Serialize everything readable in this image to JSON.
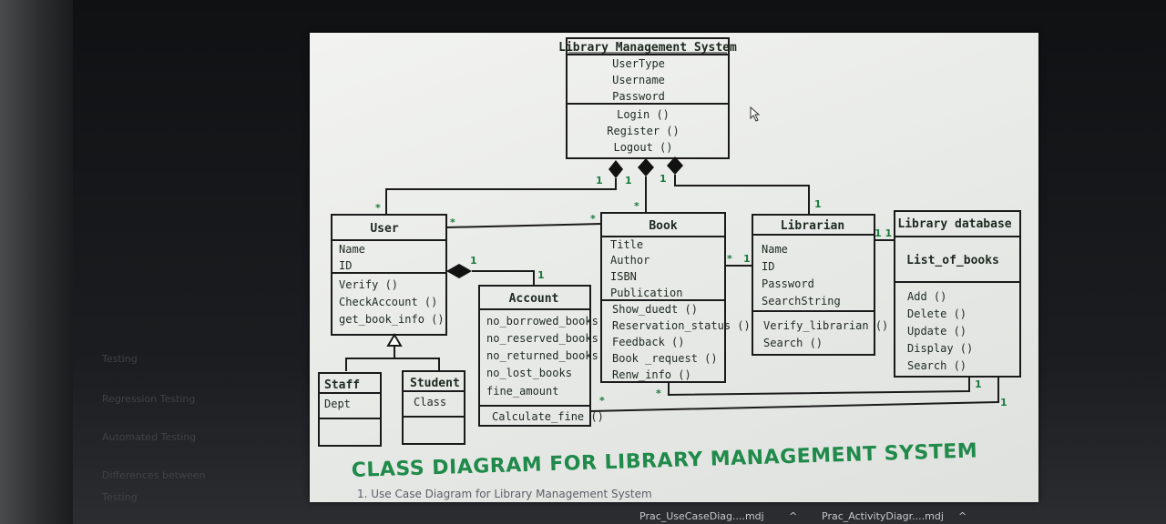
{
  "diagram": {
    "caption": "CLASS DIAGRAM FOR LIBRARY MANAGEMENT SYSTEM",
    "classes": {
      "lms": {
        "name": "Library Management System",
        "attributes": [
          "UserType",
          "Username",
          "Password"
        ],
        "methods": [
          "Login ()",
          "Register ()",
          "Logout ()"
        ]
      },
      "user": {
        "name": "User",
        "attributes": [
          "Name",
          "ID"
        ],
        "methods": [
          "Verify ()",
          "CheckAccount ()",
          "get_book_info ()"
        ]
      },
      "staff": {
        "name": "Staff",
        "attributes": [
          "Dept"
        ]
      },
      "student": {
        "name": "Student",
        "attributes": [
          "Class"
        ]
      },
      "account": {
        "name": "Account",
        "attributes": [
          "no_borrowed_books",
          "no_reserved_books",
          "no_returned_books",
          "no_lost_books",
          "fine_amount"
        ],
        "methods": [
          "Calculate_fine ()"
        ]
      },
      "book": {
        "name": "Book",
        "attributes": [
          "Title",
          "Author",
          "ISBN",
          "Publication"
        ],
        "methods": [
          "Show_duedt ()",
          "Reservation_status ()",
          "Feedback ()",
          "Book _request ()",
          "Renw_info ()"
        ]
      },
      "librarian": {
        "name": "Librarian",
        "attributes": [
          "Name",
          "ID",
          "Password",
          "SearchString"
        ],
        "methods": [
          "Verify_librarian ()",
          "Search ()"
        ]
      },
      "library_db": {
        "name": "Library database",
        "attributes": [
          "List_of_books"
        ],
        "methods": [
          "Add ()",
          "Delete ()",
          "Update ()",
          "Display ()",
          "Search ()"
        ]
      }
    },
    "multiplicities": {
      "one": "1",
      "many": "*",
      "librarian_db": "1 1"
    }
  },
  "background": {
    "side_items": [
      "Testing",
      "Regression Testing",
      "Automated Testing",
      "Differences between",
      "Testing"
    ],
    "doc_line": "1.   Use Case Diagram for Library Management System",
    "taskbar": [
      "Prac_UseCaseDiag....mdj",
      "^",
      "Prac_ActivityDiagr....mdj",
      "^"
    ]
  }
}
